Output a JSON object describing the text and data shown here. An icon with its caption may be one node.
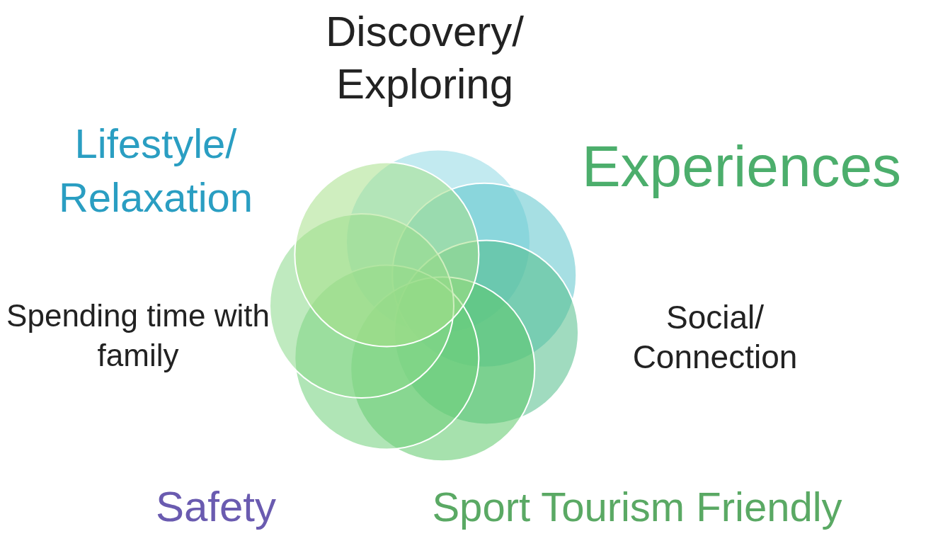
{
  "diagram": {
    "labels": [
      "Discovery/ Exploring",
      "Lifestyle/ Relaxation",
      "Experiences",
      "Spending time with family",
      "Social/ Connection",
      "Safety",
      "Sport Tourism Friendly"
    ]
  }
}
